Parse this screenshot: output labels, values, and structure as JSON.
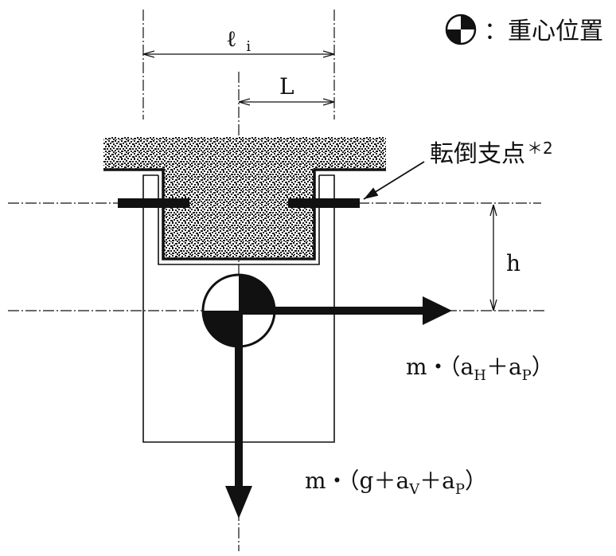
{
  "legend": {
    "icon": "center-of-gravity-icon",
    "label": "：重心位置"
  },
  "dimensions": {
    "l_i": {
      "symbol": "ℓ",
      "subscript": "i"
    },
    "L": {
      "symbol": "L"
    },
    "h": {
      "symbol": "h"
    }
  },
  "fulcrum": {
    "label": "転倒支点",
    "note_mark": "＊2"
  },
  "forces": {
    "horizontal": {
      "expression": [
        {
          "text": "m・（a"
        },
        {
          "sub": "H"
        },
        {
          "text": "＋a"
        },
        {
          "sub": "P"
        },
        {
          "text": "）"
        }
      ]
    },
    "vertical": {
      "expression": [
        {
          "text": "m・（g＋a"
        },
        {
          "sub": "V"
        },
        {
          "text": "＋a"
        },
        {
          "sub": "P"
        },
        {
          "text": "）"
        }
      ]
    }
  },
  "colors": {
    "ink": "#111111",
    "background": "#ffffff"
  }
}
